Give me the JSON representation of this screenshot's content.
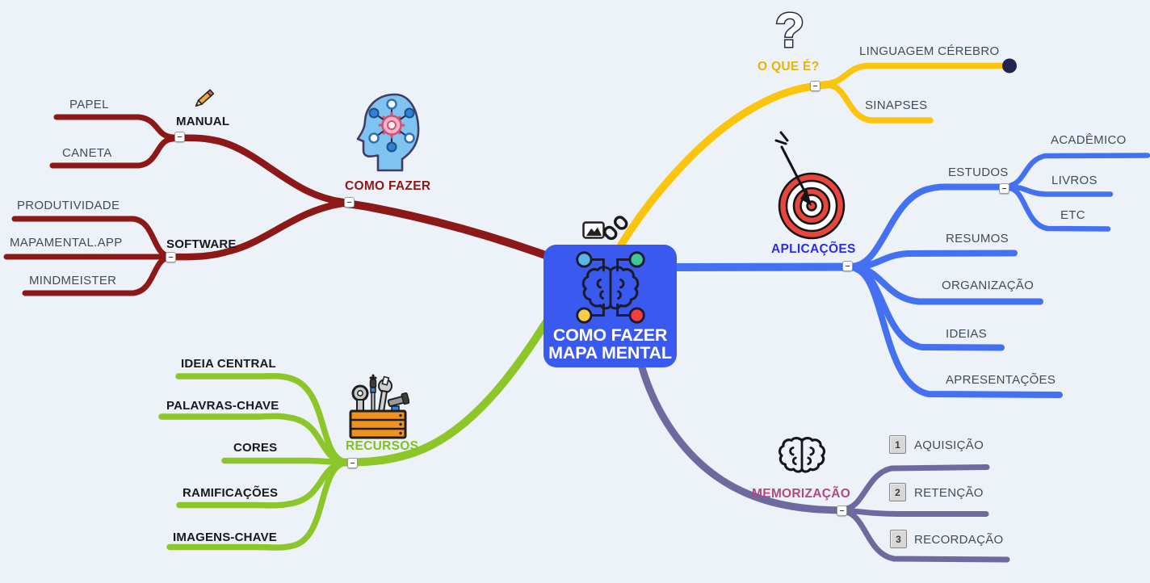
{
  "colors": {
    "bg": "#EDF2F8",
    "node_blue": "#3A59EF",
    "node_text": "#FFFFFF",
    "maroon": "#8C1818",
    "yellow": "#FCC50D",
    "blue": "#4470F2",
    "purple": "#6E699E",
    "green": "#8CC628",
    "gold_label": "#E8B303",
    "blue_label": "#2A2BF0",
    "green_label": "#7CC41D",
    "pink_label": "#B2497F",
    "gray_text": "#3F4D59",
    "dark_text": "#17191C",
    "navy": "#24224E",
    "badge_bg": "#D8D8D8",
    "badge_border": "#868686"
  },
  "ui": {
    "collapse_glyph": "–"
  },
  "center_node": {
    "line1": "COMO FAZER",
    "line2": "MAPA MENTAL",
    "icon": "brain-network-icon",
    "attachment_icons": [
      "image-icon",
      "link-icon"
    ]
  },
  "branches": {
    "o_que_e": {
      "label": "O QUE É?",
      "icon": "question-mark-icon",
      "color": "#FCC50D",
      "children": {
        "linguagem_cerebro": {
          "label": "LINGUAGEM CÉREBRO",
          "endpoint": "filled-dot"
        },
        "sinapses": {
          "label": "SINAPSES"
        }
      }
    },
    "aplicacoes": {
      "label": "APLICAÇÕES",
      "icon": "target-icon",
      "color": "#4470F2",
      "children": {
        "estudos": {
          "label": "ESTUDOS",
          "children": {
            "academico": {
              "label": "ACADÊMICO"
            },
            "livros": {
              "label": "LIVROS"
            },
            "etc": {
              "label": "ETC"
            }
          }
        },
        "resumos": {
          "label": "RESUMOS"
        },
        "organizacao": {
          "label": "ORGANIZAÇÃO"
        },
        "ideias": {
          "label": "IDEIAS"
        },
        "apresentacoes": {
          "label": "APRESENTAÇÕES"
        }
      }
    },
    "memorizacao": {
      "label": "MEMORIZAÇÃO",
      "icon": "brain-icon",
      "color": "#6E699E",
      "children": {
        "aquisicao": {
          "badge": "1",
          "label": "AQUISIÇÃO"
        },
        "retencao": {
          "badge": "2",
          "label": "RETENÇÃO"
        },
        "recordacao": {
          "badge": "3",
          "label": "RECORDAÇÃO"
        }
      }
    },
    "como_fazer": {
      "label": "COMO FAZER",
      "icon": "head-network-icon",
      "color": "#8C1818",
      "children": {
        "manual": {
          "label": "MANUAL",
          "icon": "pencil-icon",
          "children": {
            "papel": {
              "label": "PAPEL"
            },
            "caneta": {
              "label": "CANETA"
            }
          }
        },
        "software": {
          "label": "SOFTWARE",
          "children": {
            "produtividade": {
              "label": "PRODUTIVIDADE"
            },
            "mapamental_app": {
              "label": "MAPAMENTAL.APP"
            },
            "mindmeister": {
              "label": "MINDMEISTER"
            }
          }
        }
      }
    },
    "recursos": {
      "label": "RECURSOS",
      "icon": "toolbox-icon",
      "color": "#8CC628",
      "children": {
        "ideia_central": {
          "label": "IDEIA CENTRAL"
        },
        "palavras_chave": {
          "label": "PALAVRAS-CHAVE"
        },
        "cores": {
          "label": "CORES"
        },
        "ramificacoes": {
          "label": "RAMIFICAÇÕES"
        },
        "imagens_chave": {
          "label": "IMAGENS-CHAVE"
        }
      }
    }
  }
}
